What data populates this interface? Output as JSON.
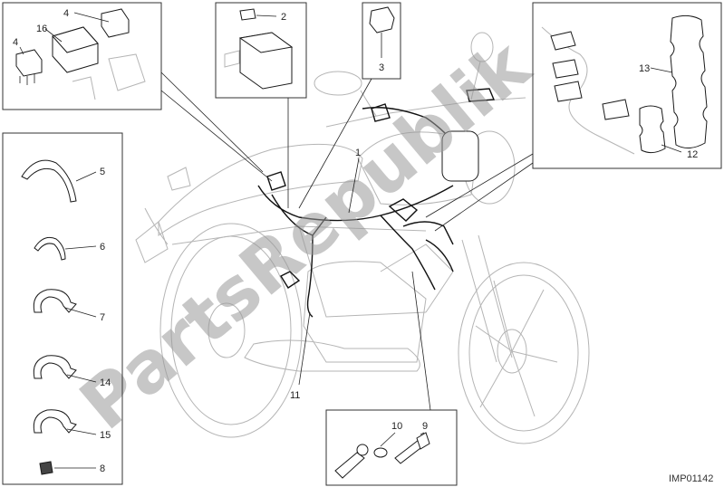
{
  "diagram": {
    "reference_code": "IMP01142",
    "watermark": "PartsRepublik",
    "callouts": {
      "c1": "1",
      "c2": "2",
      "c3": "3",
      "c4a": "4",
      "c4b": "4",
      "c16": "16",
      "c5": "5",
      "c6": "6",
      "c7": "7",
      "c14": "14",
      "c15": "15",
      "c8": "8",
      "c11": "11",
      "c10": "10",
      "c9": "9",
      "c13": "13",
      "c12": "12"
    }
  }
}
